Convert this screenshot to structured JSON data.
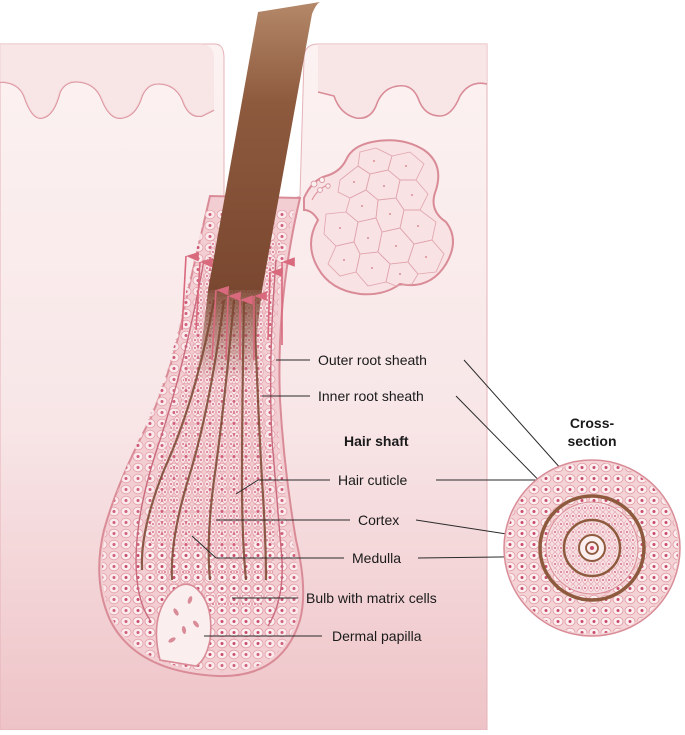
{
  "labels": {
    "outer_root_sheath": "Outer root sheath",
    "inner_root_sheath": "Inner root sheath",
    "hair_shaft": "Hair shaft",
    "hair_cuticle": "Hair cuticle",
    "cortex": "Cortex",
    "medulla": "Medulla",
    "bulb": "Bulb with matrix cells",
    "dermal_papilla": "Dermal papilla",
    "cross_section_line1": "Cross-",
    "cross_section_line2": "section"
  },
  "colors": {
    "skin_light": "#fbeeee",
    "skin_mid": "#f3d3d5",
    "skin_dark": "#e9b5b9",
    "outline": "#d58b93",
    "hair": "#8e5a3e",
    "hair_dark": "#6d3f29",
    "cell_nucleus": "#c94a6a",
    "gland_fill": "#f8e2e3"
  }
}
